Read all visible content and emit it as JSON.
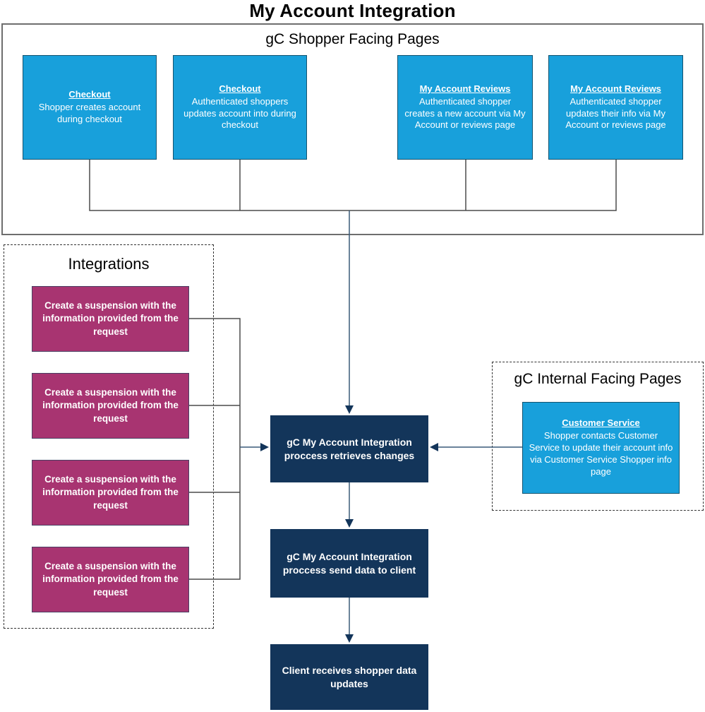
{
  "title": "My Account Integration",
  "colors": {
    "node_blue": "#18a0db",
    "node_magenta": "#a83471",
    "node_navy": "#13355a",
    "connector_gray": "#4b4b4b",
    "connector_slate": "#3a5a78"
  },
  "shopper_pages": {
    "title": "gC Shopper Facing Pages",
    "boxes": [
      {
        "heading": "Checkout",
        "body": "Shopper creates account during checkout"
      },
      {
        "heading": "Checkout",
        "body": "Authenticated shoppers updates account into during checkout"
      },
      {
        "heading": "My Account Reviews",
        "body": "Authenticated shopper creates a new account via My Account or reviews page"
      },
      {
        "heading": "My Account Reviews",
        "body": "Authenticated shopper updates their info via My Account or reviews page"
      }
    ]
  },
  "integrations": {
    "title": "Integrations",
    "boxes": [
      {
        "label": "Create a suspension with the information provided from the request"
      },
      {
        "label": "Create a suspension with the information provided from the request"
      },
      {
        "label": "Create a suspension with the information provided from the request"
      },
      {
        "label": "Create a suspension with the information provided from the request"
      }
    ]
  },
  "internal_pages": {
    "title": "gC Internal Facing Pages",
    "box": {
      "heading": "Customer Service",
      "body": "Shopper contacts Customer Service to update their account info via Customer Service Shopper info page"
    }
  },
  "process": {
    "retrieve": "gC My Account Integration proccess retrieves changes",
    "send": "gC My Account Integration proccess send data to client",
    "client": "Client receives shopper data updates"
  }
}
